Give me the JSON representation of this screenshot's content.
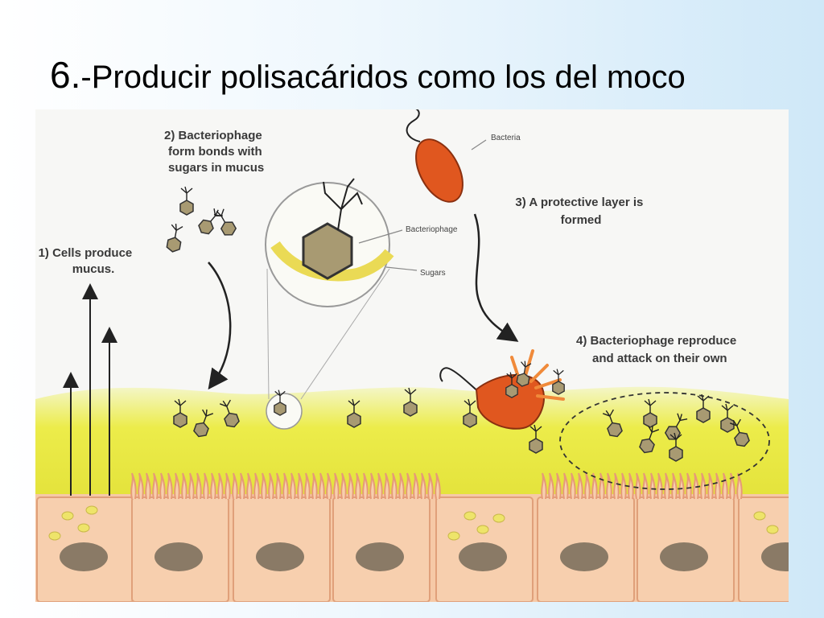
{
  "title": {
    "number": "6.",
    "text": "-Producir polisacáridos como los del moco"
  },
  "diagram": {
    "step1": [
      "1) Cells produce",
      "mucus."
    ],
    "step2": [
      "2) Bacteriophage",
      "form bonds with",
      "sugars in mucus"
    ],
    "step3": [
      "3) A protective layer is",
      "formed"
    ],
    "step4": [
      "4) Bacteriophage reproduce",
      "and attack on their own"
    ],
    "callouts": {
      "bacteria": "Bacteria",
      "bacteriophage": "Bacteriophage",
      "sugars": "Sugars"
    },
    "colors": {
      "mucus": "#ecec4a",
      "bacteria": "#e0571f",
      "cells": "#f6c9a6",
      "nucleus": "#8a7a66",
      "phage": "#a89a72"
    }
  }
}
